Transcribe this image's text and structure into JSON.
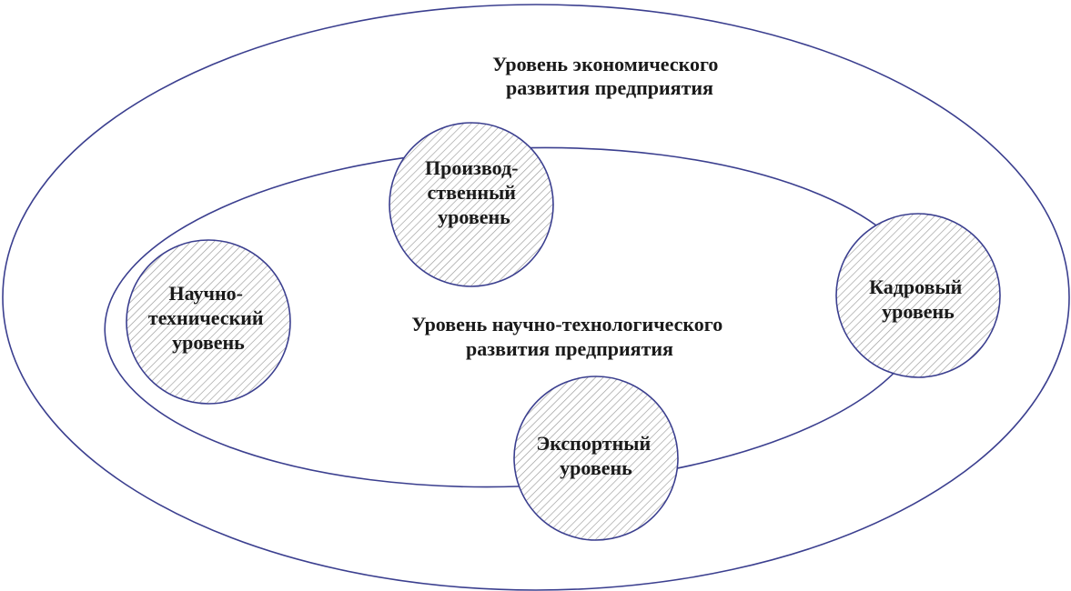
{
  "colors": {
    "outline": "#3b3f8f",
    "hatch": "#9a9a9a",
    "text": "#1a1a1a"
  },
  "outer": {
    "label_lines": [
      "Уровень экономического",
      "развития предприятия"
    ]
  },
  "inner": {
    "label_lines": [
      "Уровень научно-технологического",
      "развития предприятия"
    ]
  },
  "nodes": [
    {
      "id": "production",
      "label_lines": [
        "Производ-",
        "ственный",
        "уровень"
      ]
    },
    {
      "id": "science",
      "label_lines": [
        "Научно-",
        "технический",
        "уровень"
      ]
    },
    {
      "id": "personnel",
      "label_lines": [
        "Кадровый",
        "уровень"
      ]
    },
    {
      "id": "export",
      "label_lines": [
        "Экспортный",
        "уровень"
      ]
    }
  ]
}
